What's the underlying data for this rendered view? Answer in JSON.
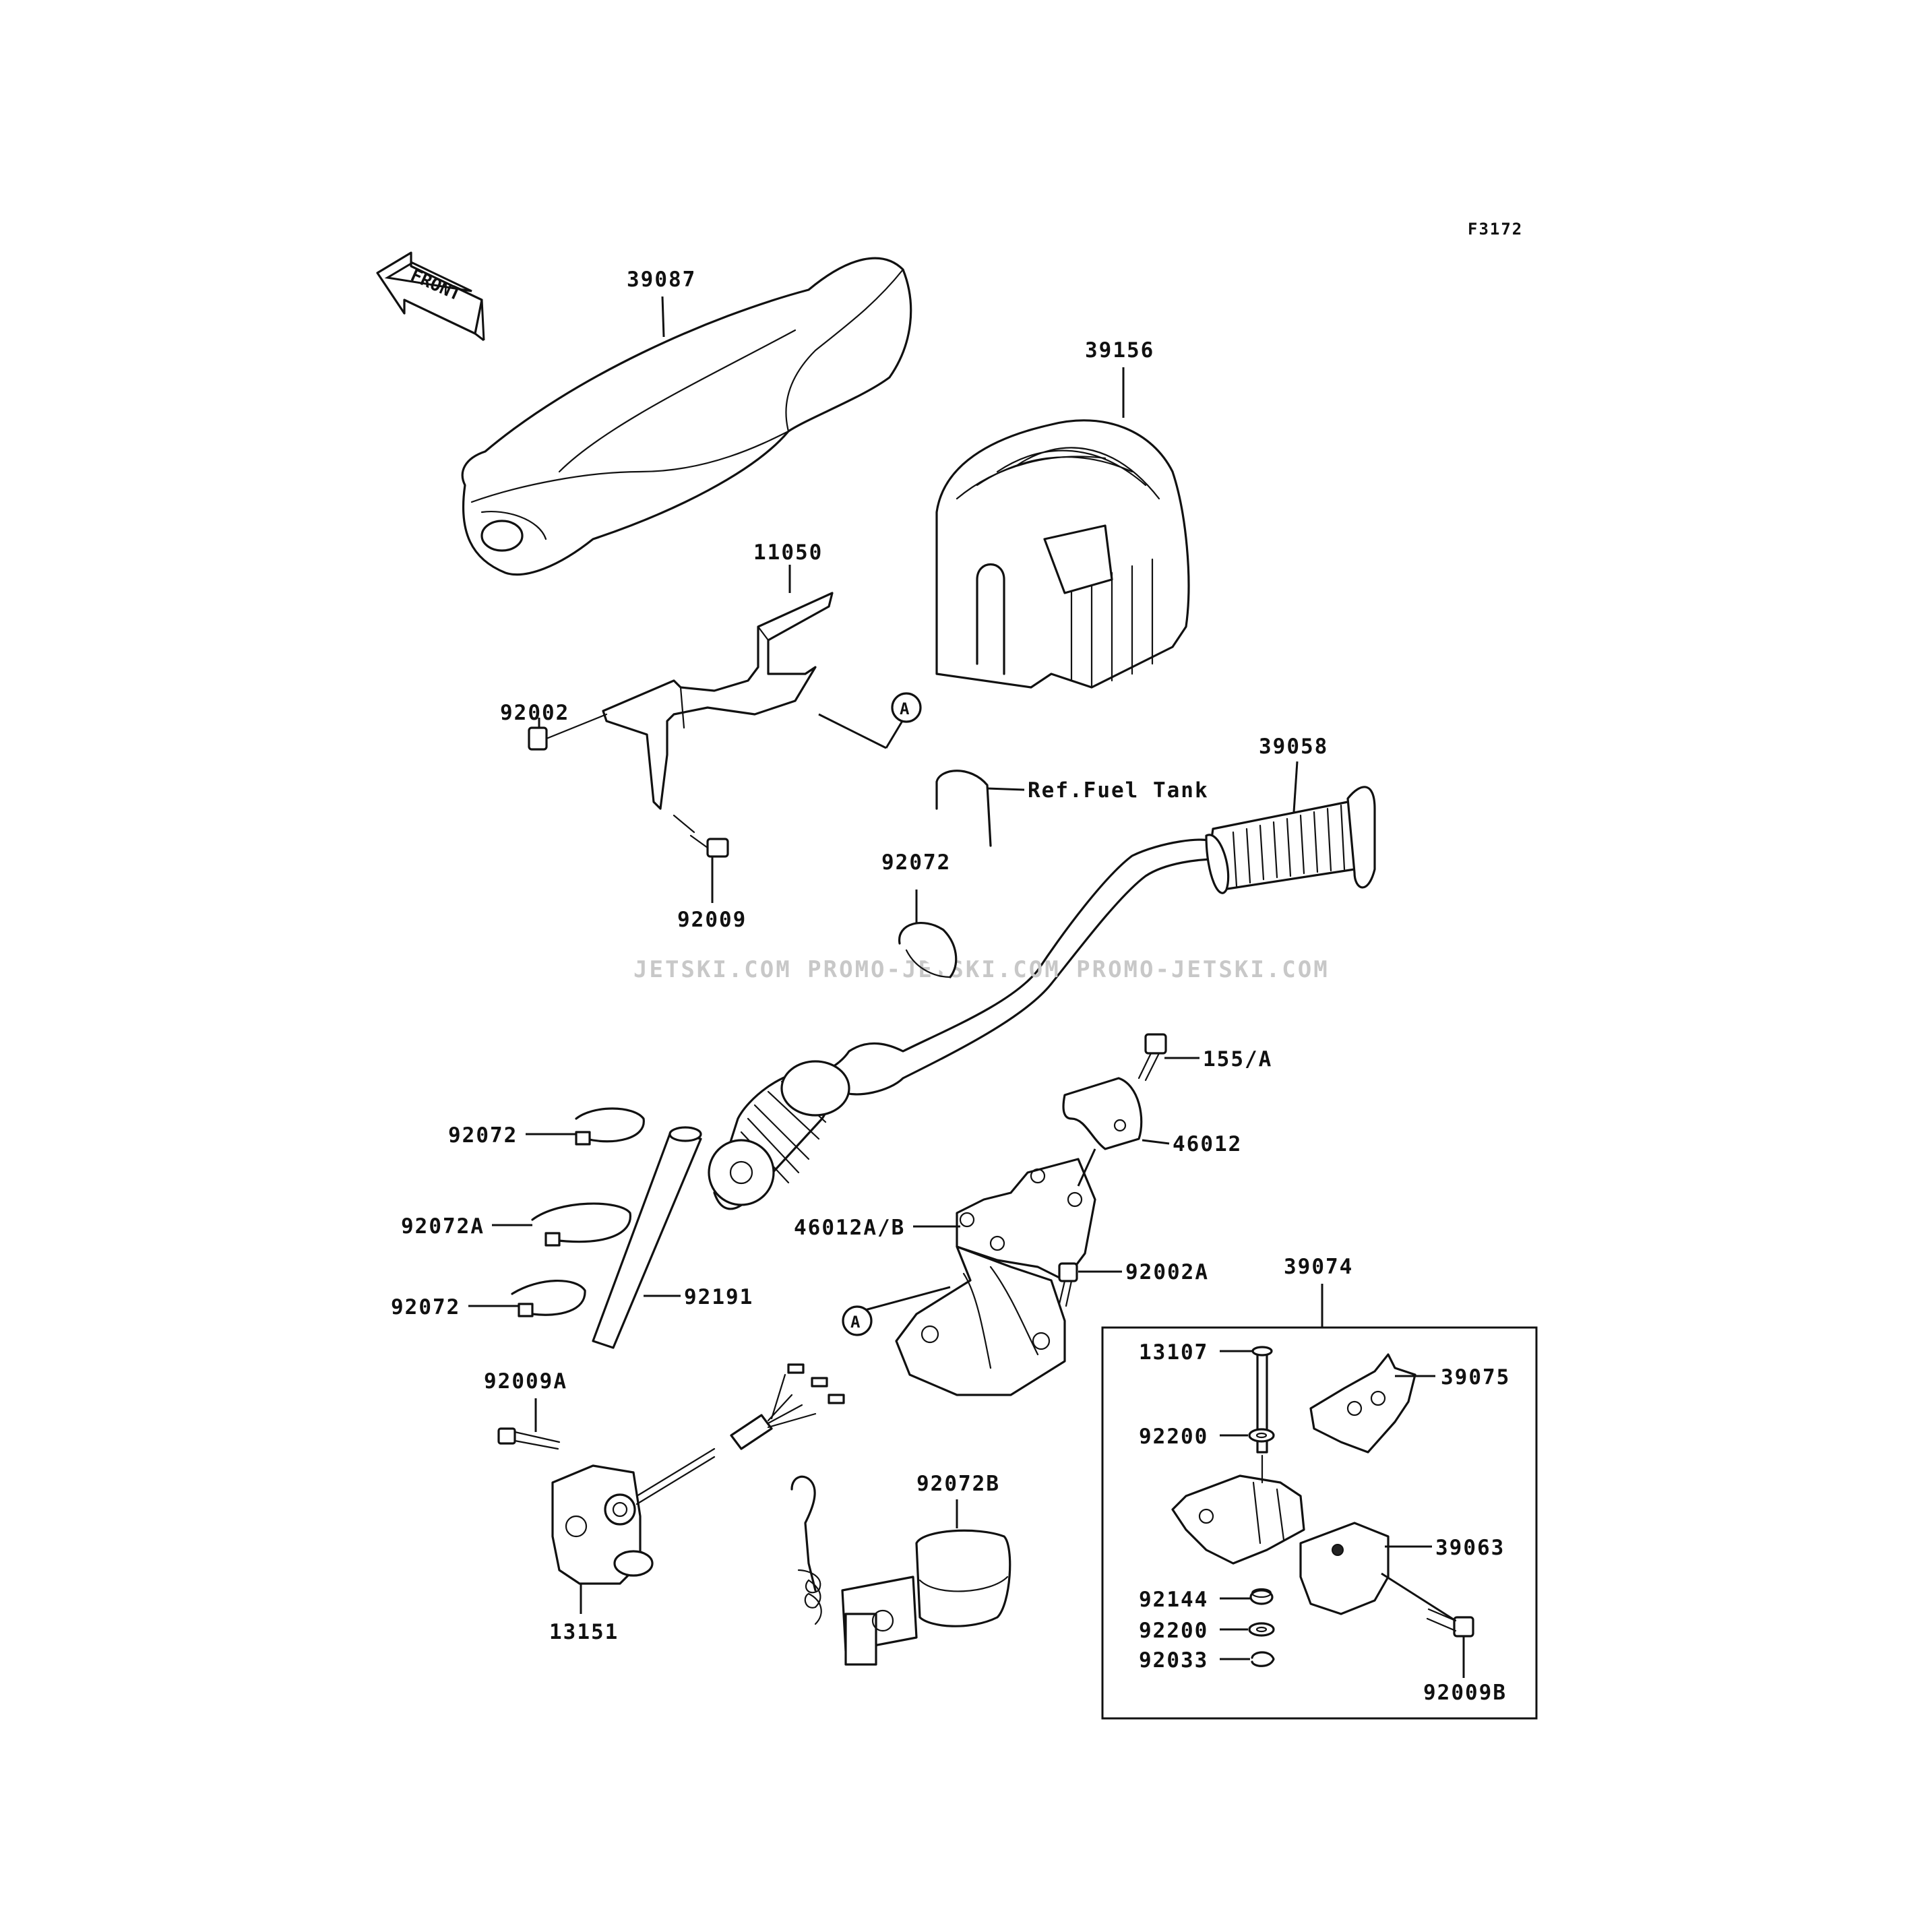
{
  "figure_code": "F3172",
  "front_arrow_label": "FRONT",
  "watermark": "JETSKI.COM  PROMO-JETSKI.COM  PROMO-JETSKI.COM",
  "callout_marker": "A",
  "ref_note": "Ref.Fuel Tank",
  "parts": {
    "p39087": "39087",
    "p39156": "39156",
    "p11050": "11050",
    "p92002": "92002",
    "p92009": "92009",
    "p39058": "39058",
    "p92072_top": "92072",
    "p155A": "155/A",
    "p46012": "46012",
    "p92072_l1": "92072",
    "p92072A": "92072A",
    "p92072_l2": "92072",
    "p92191": "92191",
    "p46012AB": "46012A/B",
    "p92002A": "92002A",
    "p39074": "39074",
    "p13107": "13107",
    "p39075": "39075",
    "p92200_1": "92200",
    "p39063": "39063",
    "p92144": "92144",
    "p92200_2": "92200",
    "p92033": "92033",
    "p92009B": "92009B",
    "p92009A": "92009A",
    "p13151": "13151",
    "p92072B": "92072B"
  }
}
